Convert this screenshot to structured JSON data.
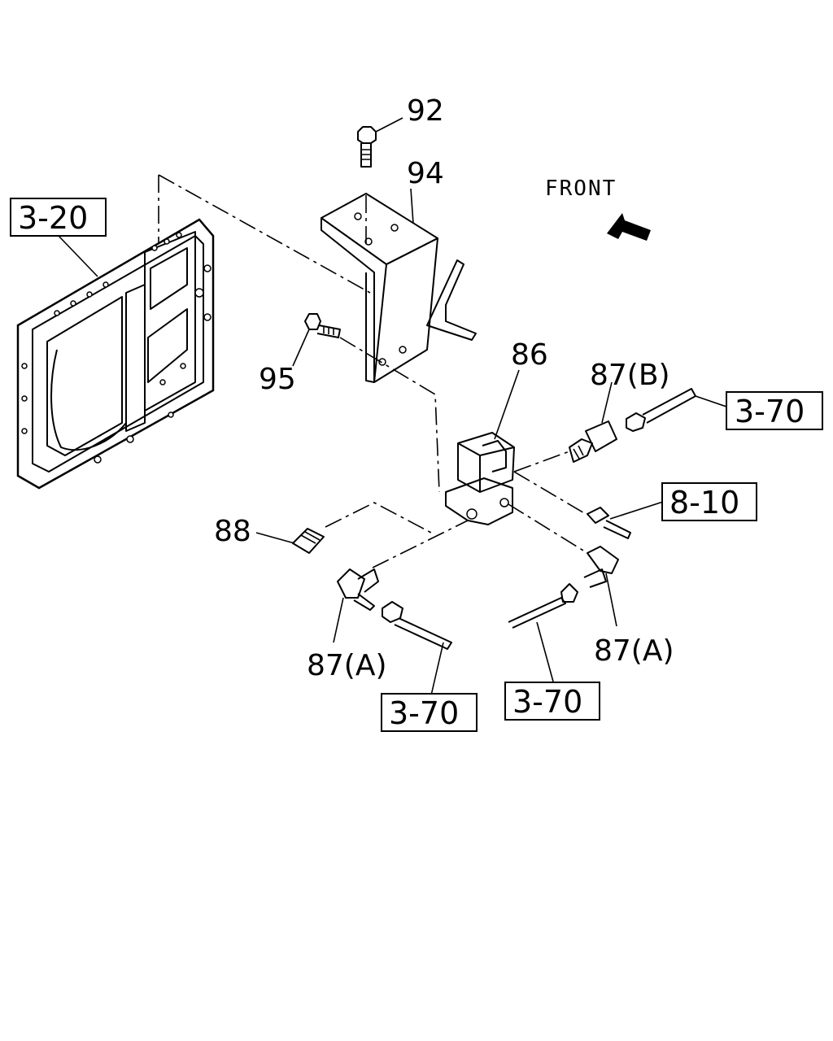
{
  "labels": {
    "p92": "92",
    "p94": "94",
    "p95": "95",
    "p86": "86",
    "p87b": "87(B)",
    "p88": "88",
    "p87a_left": "87(A)",
    "p87a_right": "87(A)",
    "front": "FRONT"
  },
  "refs": {
    "r320": "3-20",
    "r370_top": "3-70",
    "r810": "8-10",
    "r370_left": "3-70",
    "r370_mid": "3-70"
  },
  "icons": {
    "front_arrow": "front-direction-arrow-icon"
  }
}
